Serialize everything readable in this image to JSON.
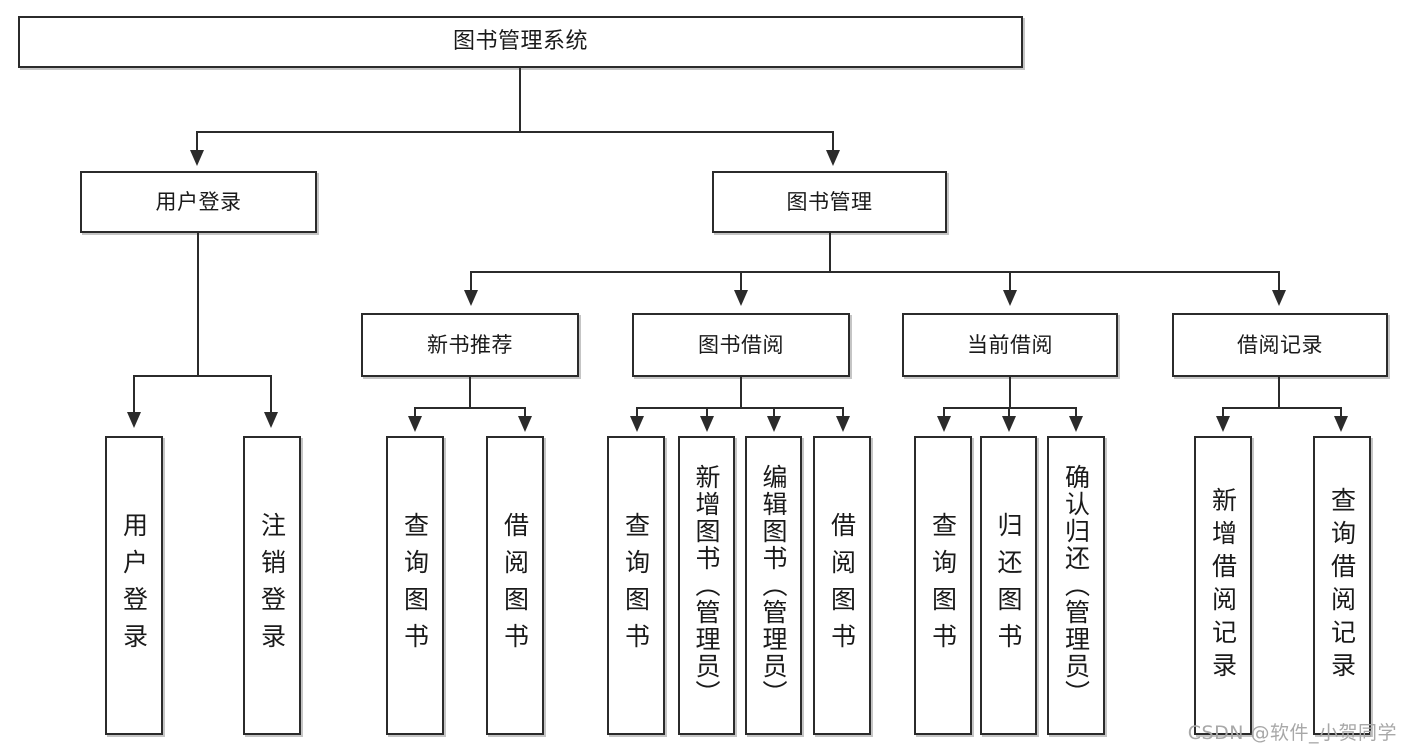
{
  "diagram": {
    "type": "tree-hierarchy",
    "title": "图书管理系统",
    "watermark": "CSDN @软件_小贺同学",
    "nodes": {
      "root": {
        "label": "图书管理系统"
      },
      "level2": [
        {
          "id": "user-login",
          "label": "用户登录"
        },
        {
          "id": "book-management",
          "label": "图书管理"
        }
      ],
      "level3": [
        {
          "id": "new-book-recommend",
          "label": "新书推荐"
        },
        {
          "id": "book-borrow",
          "label": "图书借阅"
        },
        {
          "id": "current-borrow",
          "label": "当前借阅"
        },
        {
          "id": "borrow-record",
          "label": "借阅记录"
        }
      ],
      "leaves": {
        "user_login": [
          {
            "id": "leaf-user-login",
            "label": "用户登录"
          },
          {
            "id": "leaf-logout-login",
            "label": "注销登录"
          }
        ],
        "new_book_recommend": [
          {
            "id": "leaf-query-book-1",
            "label": "查询图书"
          },
          {
            "id": "leaf-borrow-book-1",
            "label": "借阅图书"
          }
        ],
        "book_borrow": [
          {
            "id": "leaf-query-book-2",
            "label": "查询图书"
          },
          {
            "id": "leaf-add-book",
            "label": "新增图书（管理员）"
          },
          {
            "id": "leaf-edit-book",
            "label": "编辑图书（管理员）"
          },
          {
            "id": "leaf-borrow-book-2",
            "label": "借阅图书"
          }
        ],
        "current_borrow": [
          {
            "id": "leaf-query-book-3",
            "label": "查询图书"
          },
          {
            "id": "leaf-return-book",
            "label": "归还图书"
          },
          {
            "id": "leaf-confirm-return",
            "label": "确认归还（管理员）"
          }
        ],
        "borrow_record": [
          {
            "id": "leaf-add-borrow-record",
            "label": "新增借阅记录"
          },
          {
            "id": "leaf-query-borrow-record",
            "label": "查询借阅记录"
          }
        ]
      }
    },
    "colors": {
      "border": "#2b2b2b",
      "background": "#ffffff",
      "text": "#1a1a1a",
      "watermark": "#a8a8a8"
    }
  }
}
